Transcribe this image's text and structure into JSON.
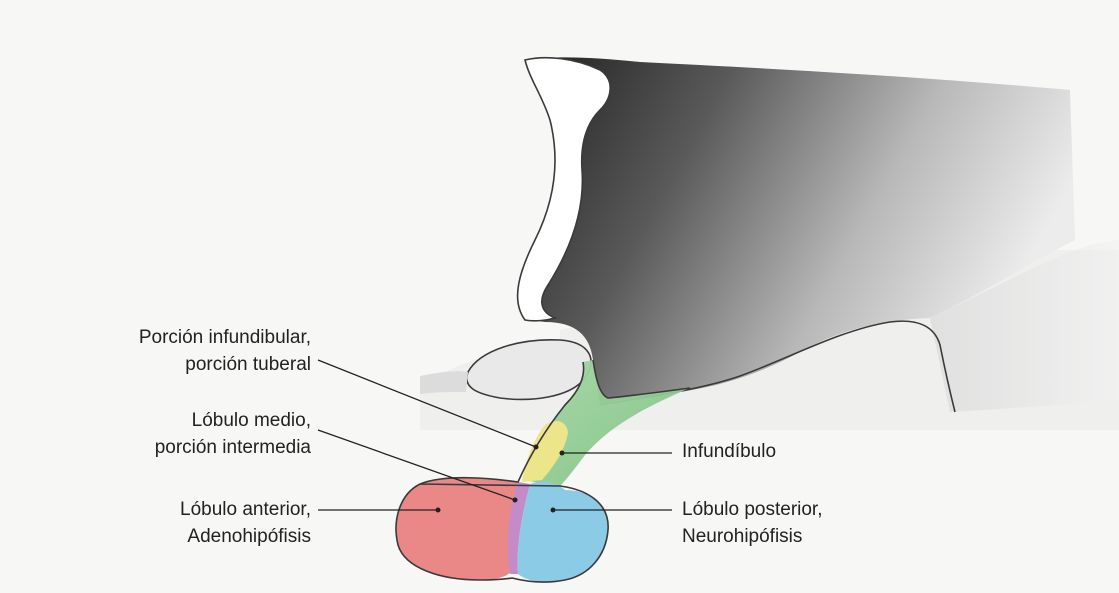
{
  "labels": {
    "infundibular_line1": "Porción infundibular,",
    "infundibular_line2": "porción tuberal",
    "intermediate_line1": "Lóbulo medio,",
    "intermediate_line2": "porción intermedia",
    "anterior_line1": "Lóbulo anterior,",
    "anterior_line2": "Adenohipófisis",
    "infundibulum": "Infundíbulo",
    "posterior_line1": "Lóbulo posterior,",
    "posterior_line2": "Neurohipófisis"
  },
  "colors": {
    "anterior_lobe": "#e98886",
    "posterior_lobe": "#8ccbe6",
    "infundibulum": "#93cc94",
    "tuberal": "#ece58a",
    "intermediate": "#c58ac8",
    "outline": "#3a3a3a",
    "tissue_dark": "#3c3c3c"
  }
}
